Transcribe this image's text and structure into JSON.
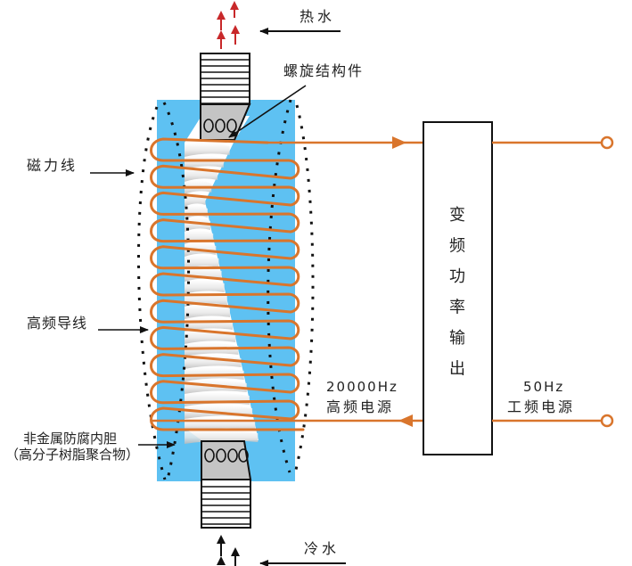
{
  "labels": {
    "hot_water": "热水",
    "cold_water": "冷水",
    "spiral_structure": "螺旋结构件",
    "magnetic_lines": "磁力线",
    "hf_wire": "高频导线",
    "inner_liner_1": "非金属防腐内胆",
    "inner_liner_2": "（高分子树脂聚合物）",
    "hf_freq": "20000Hz",
    "hf_power": "高频电源",
    "lf_freq": "50Hz",
    "lf_power": "工频电源",
    "converter_chars": [
      "变",
      "频",
      "功",
      "率",
      "输",
      "出"
    ]
  },
  "colors": {
    "container_blue": "#5ec1f2",
    "coil_orange": "#d9752c",
    "hot_arrow_red": "#c8282a",
    "fitting_gray": "#c4c4c4",
    "line_black": "#111111"
  },
  "coil": {
    "left_loops": 11,
    "right_loops": 10
  }
}
